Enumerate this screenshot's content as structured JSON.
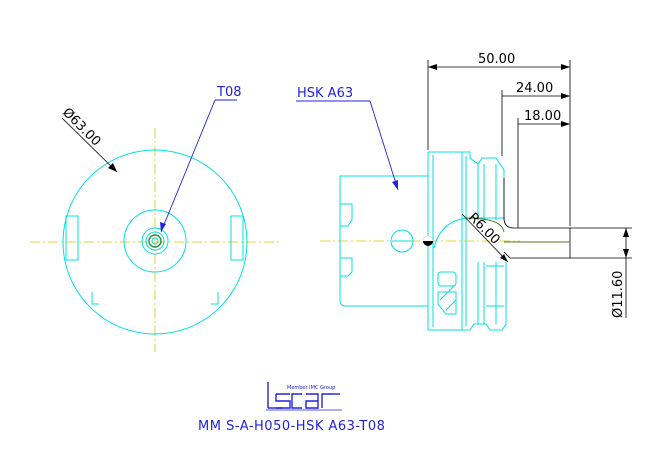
{
  "front_view": {
    "diameter_label": "Ø63.00",
    "insert_label": "T08"
  },
  "side_view": {
    "holder_label": "HSK A63",
    "dim_overall": "50.00",
    "dim_mid": "24.00",
    "dim_small": "18.00",
    "radius_label": "R6.00",
    "diameter_label": "Ø11.60"
  },
  "logo": {
    "tagline": "Member IMC Group",
    "brand": "iscar"
  },
  "part_number": "MM S-A-H050-HSK A63-T08",
  "colors": {
    "outline": "#00e0e0",
    "centerline": "#d8c800",
    "dimension": "#000000",
    "annotation": "#2222dd"
  }
}
